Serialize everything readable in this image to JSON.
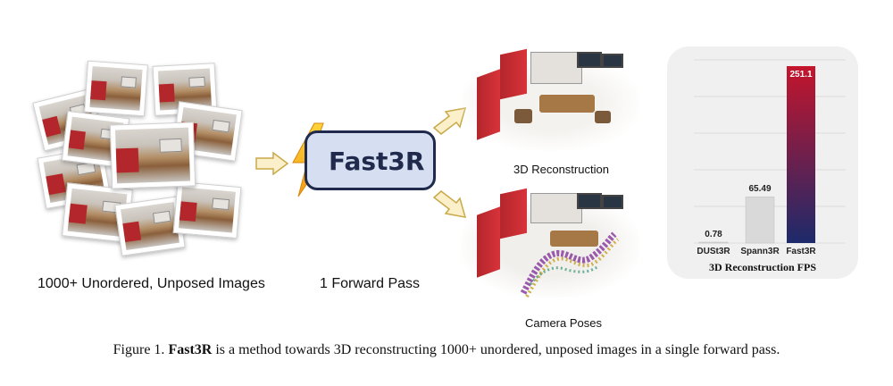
{
  "labels": {
    "input_images": "1000+ Unordered, Unposed Images",
    "forward_pass": "1 Forward Pass",
    "method_name": "Fast3R",
    "reconstruction": "3D Reconstruction",
    "camera_poses": "Camera Poses"
  },
  "chart_data": {
    "type": "bar",
    "title": "3D Reconstruction FPS",
    "categories": [
      "DUSt3R",
      "Spann3R",
      "Fast3R"
    ],
    "values": [
      0.78,
      65.49,
      251.1
    ],
    "value_labels": [
      "0.78",
      "65.49",
      "251.1"
    ],
    "ylim": [
      0,
      260
    ],
    "grid": true,
    "colors": {
      "DUSt3R": "#d8d8d8",
      "Spann3R": "#d8d8d8",
      "Fast3R": "gradient #c0152a to #1d2a6b"
    }
  },
  "caption": {
    "prefix": "Figure 1.",
    "bold": "Fast3R",
    "text": "is a method towards 3D reconstructing 1000+ unordered, unposed images in a single forward pass."
  }
}
